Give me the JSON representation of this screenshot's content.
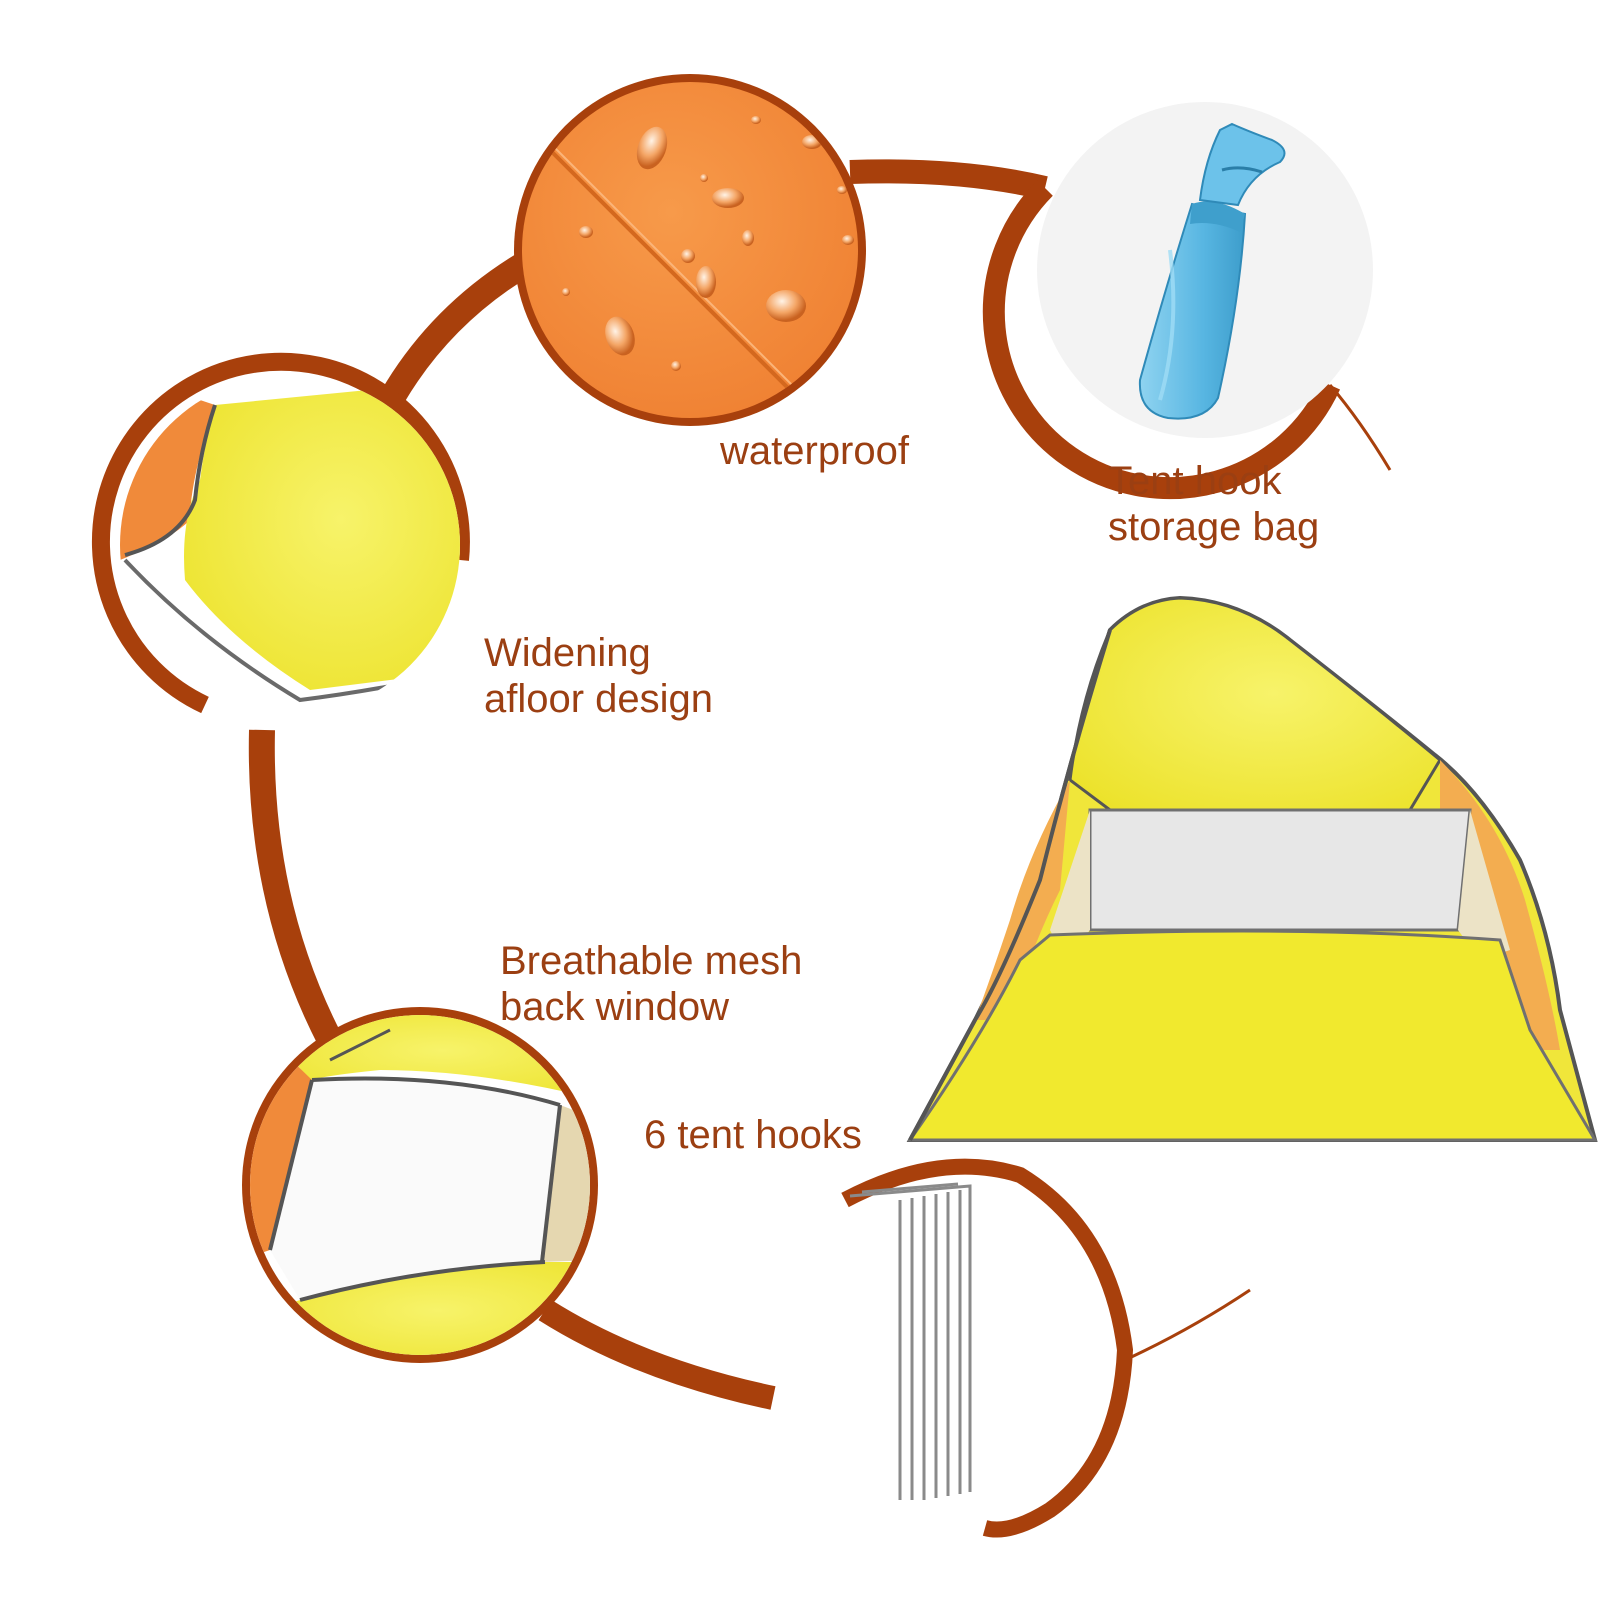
{
  "colors": {
    "arc": "#a8400c",
    "label_text": "#9b3f12",
    "tent_yellow": "#f0ea3a",
    "tent_orange": "#f08a3a",
    "bag_blue": "#5bb8e2",
    "mesh_gray": "#e4e4e4"
  },
  "labels": {
    "waterproof": [
      "waterproof"
    ],
    "storage_bag": [
      "Tent hook",
      "storage bag"
    ],
    "floor": [
      "Widening",
      "afloor design"
    ],
    "mesh": [
      "Breathable mesh",
      "back window"
    ],
    "hooks": [
      "6 tent hooks"
    ]
  },
  "icons": {
    "water_drops": "water-drops-icon",
    "storage_bag": "storage-bag-icon",
    "tent_hooks": "tent-hooks-icon"
  },
  "hooks_count": 6
}
